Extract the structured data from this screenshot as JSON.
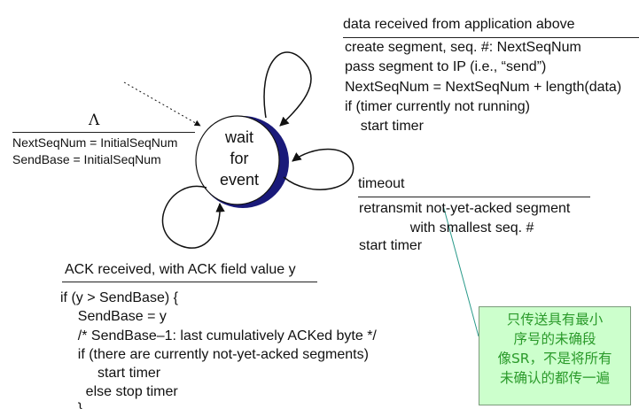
{
  "state": {
    "lines": [
      "wait",
      "for",
      "event"
    ]
  },
  "init": {
    "event": "Λ",
    "actions": [
      "NextSeqNum = InitialSeqNum",
      "SendBase = InitialSeqNum"
    ]
  },
  "data_received": {
    "event": "data received from application above",
    "actions": [
      "create segment, seq. #: NextSeqNum",
      "pass segment to IP (i.e., “send”)",
      "NextSeqNum = NextSeqNum + length(data)",
      "if (timer currently not running)",
      "    start timer"
    ]
  },
  "timeout": {
    "event": "timeout",
    "actions": [
      "retransmit not-yet-acked segment",
      "             with smallest seq. #",
      "start timer"
    ]
  },
  "ack": {
    "event": "ACK received, with ACK field value y",
    "actions": [
      "if (y > SendBase) {",
      "    SendBase = y",
      "    /* SendBase–1: last cumulatively ACKed byte */",
      "    if (there are currently not-yet-acked segments)",
      "         start timer",
      "      else stop timer",
      "    }"
    ]
  },
  "note": {
    "lines": [
      "只传送具有最小",
      "序号的未确段",
      "像SR，不是将所有",
      "未确认的都传一遍"
    ]
  }
}
